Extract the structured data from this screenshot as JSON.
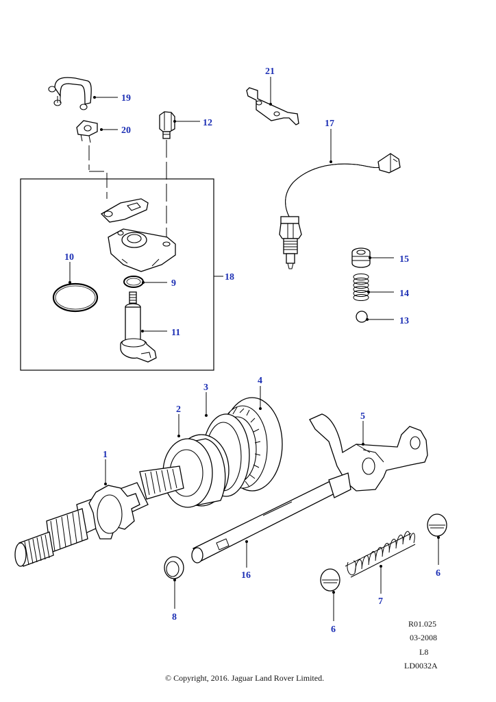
{
  "callouts": {
    "c1": "1",
    "c2": "2",
    "c3": "3",
    "c4": "4",
    "c5": "5",
    "c6a": "6",
    "c6b": "6",
    "c7": "7",
    "c8": "8",
    "c9": "9",
    "c10": "10",
    "c11": "11",
    "c12": "12",
    "c13": "13",
    "c14": "14",
    "c15": "15",
    "c16": "16",
    "c17": "17",
    "c18": "18",
    "c19": "19",
    "c20": "20",
    "c21": "21"
  },
  "reference": {
    "line1": "R01.025",
    "line2": "03-2008",
    "line3": "L8",
    "line4": "LD0032A"
  },
  "copyright": "© Copyright, 2016. Jaguar Land Rover Limited.",
  "colors": {
    "callout": "#1c2fb4",
    "line": "#000000",
    "background": "#ffffff"
  }
}
